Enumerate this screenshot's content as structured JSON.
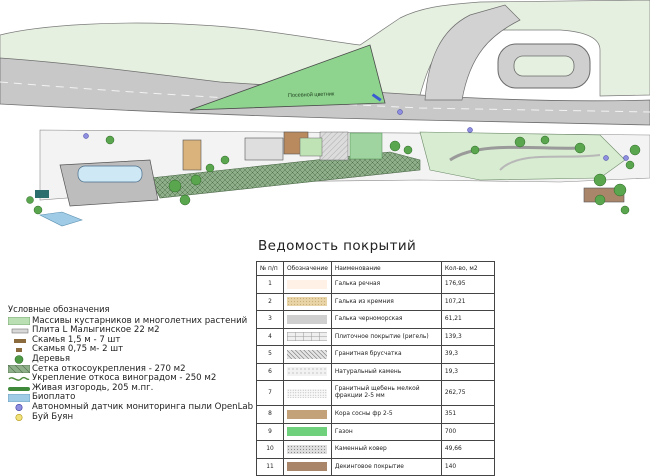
{
  "map": {
    "field_label": "Посевной цветник"
  },
  "legend": {
    "title": "Условные обозначения",
    "items": [
      {
        "label": "Массивы кустарников и многолетних растений",
        "symbol": "shrub-mass",
        "color": "#b9dfb2"
      },
      {
        "label": "Плита L Малыгинское 22 м2",
        "symbol": "slab",
        "color": "#999999"
      },
      {
        "label": "Скамья 1,5 м - 7  шт",
        "symbol": "bench-long",
        "color": "#8b6a3e"
      },
      {
        "label": "Скамья 0,75 м- 2  шт",
        "symbol": "bench-short",
        "color": "#8b6a3e"
      },
      {
        "label": "Деревья",
        "symbol": "tree",
        "color": "#4e9a45"
      },
      {
        "label": "Сетка откосоукрепления - 270 м2",
        "symbol": "slope-net",
        "color": "#6f8e6a"
      },
      {
        "label": "Укрепление откоса виноградом - 250 м2",
        "symbol": "vine",
        "color": "#4d8a3b"
      },
      {
        "label": "Живая изгородь, 205 м.пг.",
        "symbol": "hedge",
        "color": "#3f8a3a"
      },
      {
        "label": "Биоплато",
        "symbol": "bioplato",
        "color": "#9fcbe6"
      },
      {
        "label": "Автономный датчик мониторинга пыли OpenLab",
        "symbol": "sensor",
        "color": "#8f8fe0"
      },
      {
        "label": "Буй Буян",
        "symbol": "buoy",
        "color": "#f1e27a"
      }
    ]
  },
  "sheet": {
    "title": "Ведомость покрытий",
    "headers": [
      "№ п/п",
      "Обозначение",
      "Наименование",
      "Кол-во, м2"
    ],
    "rows": [
      {
        "n": "1",
        "name": "Галька речная",
        "qty": "176,95",
        "color": "#fff1e6"
      },
      {
        "n": "2",
        "name": "Галька из кремния",
        "qty": "107,21",
        "color": "#e8d4a6"
      },
      {
        "n": "3",
        "name": "Галька черноморская",
        "qty": "61,21",
        "color": "#cfcfcf"
      },
      {
        "n": "4",
        "name": "Плиточное покрытие (ригель)",
        "qty": "139,3",
        "color": "#efefef"
      },
      {
        "n": "5",
        "name": "Гранитная брусчатка",
        "qty": "39,3",
        "color": "#e4e4e4"
      },
      {
        "n": "6",
        "name": "Натуральный камень",
        "qty": "19,3",
        "color": "#f2f2f2"
      },
      {
        "n": "7",
        "name": "Гранитный щебень мелкой фракции 2-5 мм",
        "qty": "262,75",
        "color": "#f7f7f7"
      },
      {
        "n": "8",
        "name": "Кора сосны фр 2-5",
        "qty": "351",
        "color": "#c3a27a"
      },
      {
        "n": "9",
        "name": "Газон",
        "qty": "700",
        "color": "#6fd17c"
      },
      {
        "n": "10",
        "name": "Каменный ковер",
        "qty": "49,66",
        "color": "#dedede"
      },
      {
        "n": "11",
        "name": "Декинговое покрытие",
        "qty": "140",
        "color": "#a9856a"
      }
    ]
  }
}
